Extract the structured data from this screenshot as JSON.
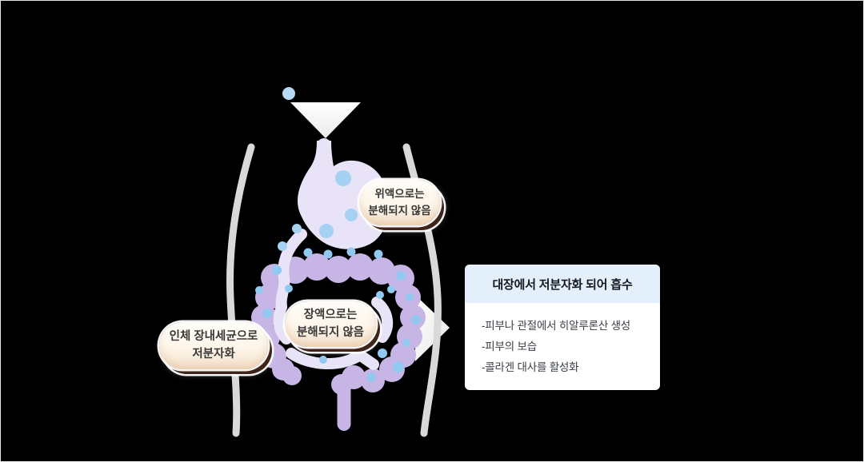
{
  "scene": {
    "background_color": "#000000",
    "frame_border_color": "#e4e4e4"
  },
  "icons": {
    "intake_particle_icon": "small-blue-circle",
    "funnel_down_arrow_icon": "white-downward-triangle",
    "flow_right_arrow_icon": "white-rightward-triangle"
  },
  "colors": {
    "body_outline": "#d9d9d9",
    "stomach_and_small_intestine": "#e9e3f7",
    "large_intestine": "#c6b5e5",
    "particle_dots": "#9fd0f3",
    "bubble_fill": "#fdf5e9",
    "bubble_shadow_brown": "#3f241a",
    "info_header_bg": "#e3f0fc",
    "info_body_bg": "#ffffff"
  },
  "bubbles": [
    {
      "line1": "위액으로는",
      "line2": "분해되지 않음"
    },
    {
      "line1": "장액으로는",
      "line2": "분해되지 않음"
    },
    {
      "line1": "인체 장내세균으로",
      "line2": "저분자화"
    }
  ],
  "info_box": {
    "title": "대장에서 저분자화 되어 흡수",
    "items": [
      "-피부나 관절에서 히알루론산 생성",
      "-피부의 보습",
      "-콜라겐 대사를 활성화"
    ]
  }
}
